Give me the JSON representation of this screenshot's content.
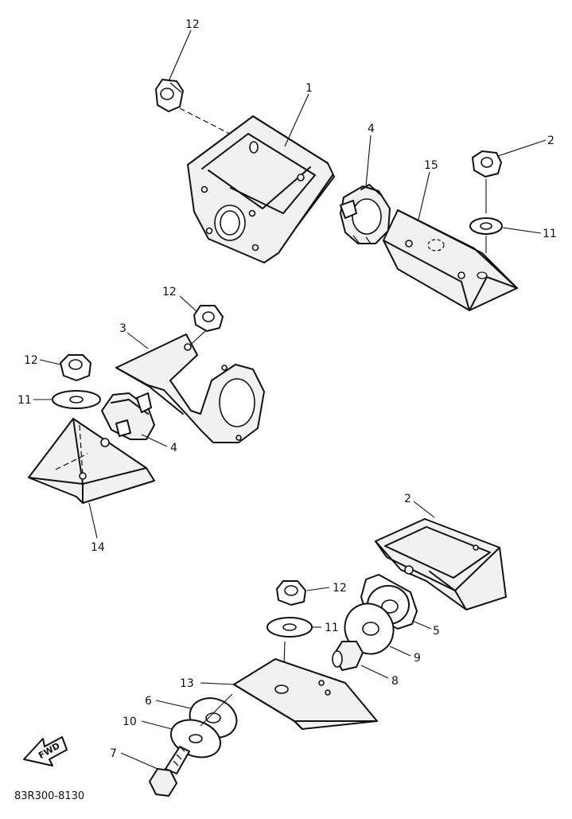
{
  "diagram_code": "83R300-8130",
  "fwd_label": "FWD",
  "callouts": {
    "c12a": "12",
    "c1": "1",
    "c4a": "4",
    "c2a": "2",
    "c15": "15",
    "c11a": "11",
    "c12b": "12",
    "c3": "3",
    "c12c": "12",
    "c11b": "11",
    "c4b": "4",
    "c14": "14",
    "c2b": "2",
    "c12d": "12",
    "c11c": "11",
    "c5": "5",
    "c9": "9",
    "c8": "8",
    "c13": "13",
    "c6": "6",
    "c10": "10",
    "c7": "7"
  }
}
